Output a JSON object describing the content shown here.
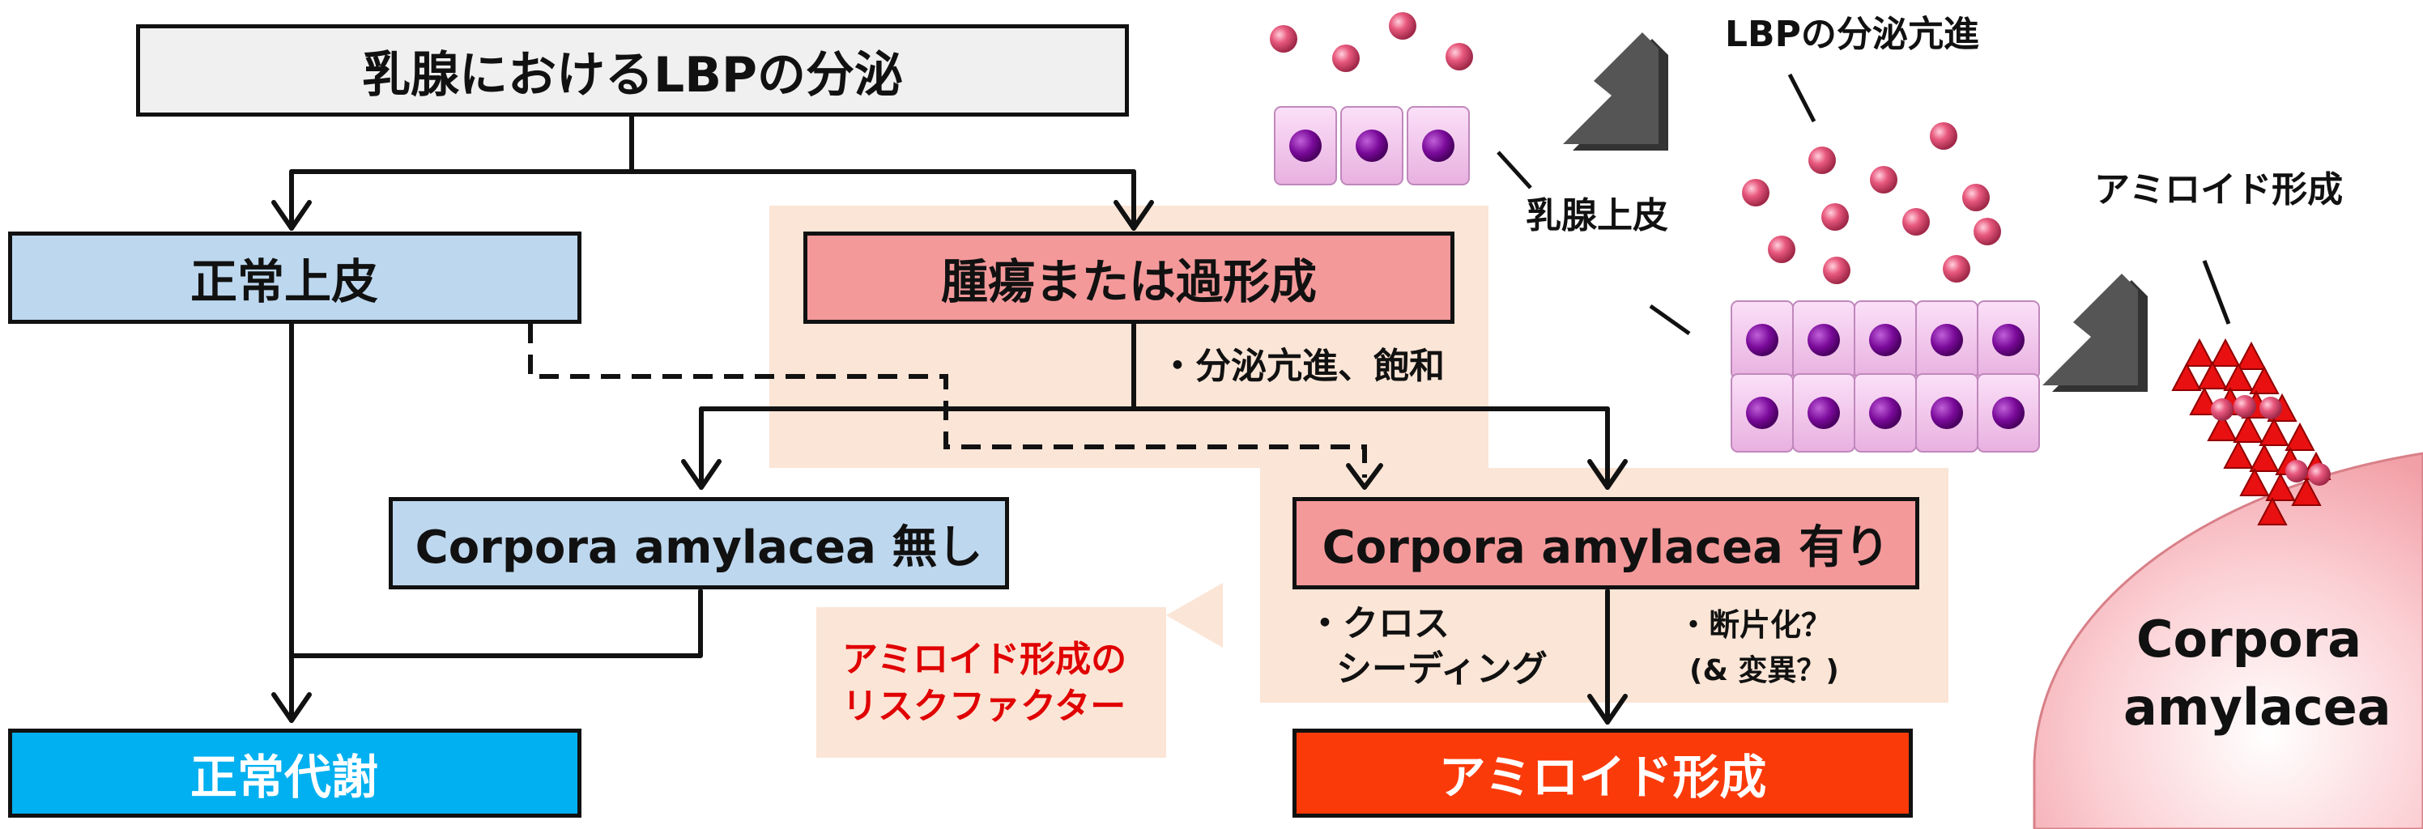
{
  "flowchart": {
    "title": "乳腺におけるLBPの分泌",
    "normal_epithelium": "正常上皮",
    "tumor": "腫瘍または過形成",
    "tumor_note": "・分泌亢進、飽和",
    "ca_absent": "Corpora amylacea 無し",
    "ca_present": "Corpora amylacea 有り",
    "cross_seeding_line1": "・クロス",
    "cross_seeding_line2": "シーディング",
    "fragment_line1": "・断片化？",
    "fragment_line2": "(& 変異？)",
    "normal_metabolism": "正常代謝",
    "amyloid_formation": "アミロイド形成",
    "risk_line1": "アミロイド形成の",
    "risk_line2": "リスクファクター"
  },
  "illustration": {
    "lbp_hypersecretion": "LBPの分泌亢進",
    "mammary_epithelium": "乳腺上皮",
    "amyloid_formation": "アミロイド形成",
    "ca_line1": "Corpora",
    "ca_line2": "amylacea"
  },
  "colors": {
    "title_fill": "#f0f0f0",
    "blue_fill": "#bdd7ee",
    "pink_fill": "#f4999a",
    "cyan_fill": "#00b0f0",
    "red_fill": "#fb3a0a",
    "shade": "#fbe5d6",
    "risk_text": "#e00000",
    "cell_fill": "#f0c8ec",
    "nucleus": "#7a0a9a",
    "lbp_particle": "#e0557a",
    "amyloid": "#e81010"
  }
}
